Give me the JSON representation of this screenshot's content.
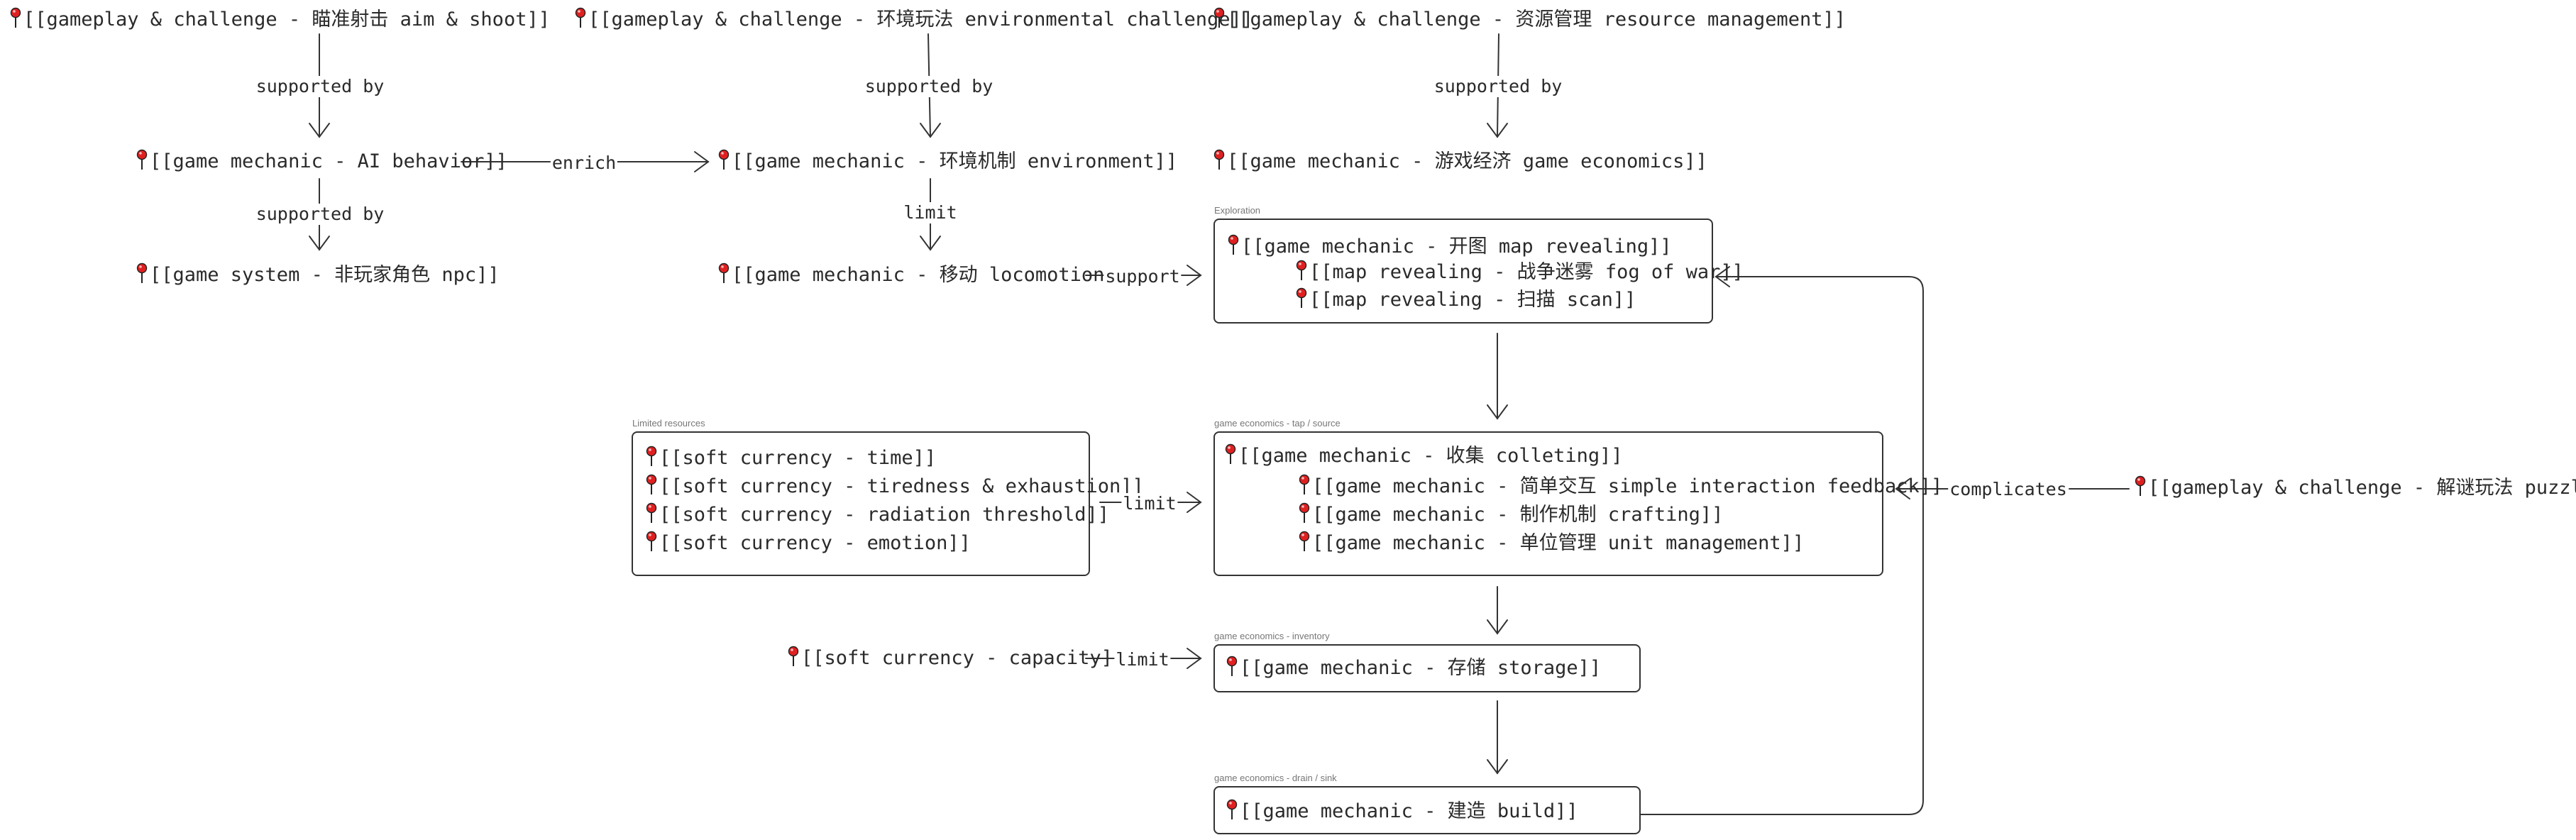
{
  "diagram": {
    "nodes": {
      "aim_shoot": "[[gameplay & challenge - 瞄准射击 aim & shoot]]",
      "env_challenge": "[[gameplay & challenge - 环境玩法 environmental challenge]]",
      "resource_mgmt": "[[gameplay & challenge - 资源管理 resource management]]",
      "ai_behavior": "[[game mechanic - AI behavior]]",
      "environment": "[[game mechanic - 环境机制 environment]]",
      "game_economics": "[[game mechanic - 游戏经济 game economics]]",
      "npc": "[[game system - 非玩家角色 npc]]",
      "locomotion": "[[game mechanic - 移动 locomotion]]",
      "capacity": "[[soft currency - capacity]]",
      "puzzle": "[[gameplay & challenge - 解谜玩法 puzzle]]"
    },
    "groups": {
      "exploration": {
        "label": "Exploration",
        "lines": [
          "[[game mechanic - 开图 map revealing]]",
          "[[map revealing - 战争迷雾 fog of war]]",
          "[[map revealing - 扫描 scan]]"
        ]
      },
      "limited_resources": {
        "label": "Limited resources",
        "lines": [
          "[[soft currency - time]]",
          "[[soft currency - tiredness & exhaustion]]",
          "[[soft currency - radiation threshold]]",
          "[[soft currency - emotion]]"
        ]
      },
      "tap_source": {
        "label": "game economics - tap / source",
        "lines": [
          "[[game mechanic - 收集 colleting]]",
          "[[game mechanic - 简单交互 simple interaction feedback]]",
          "[[game mechanic - 制作机制 crafting]]",
          "[[game mechanic - 单位管理 unit management]]"
        ]
      },
      "inventory": {
        "label": "game economics - inventory",
        "lines": [
          "[[game mechanic - 存储 storage]]"
        ]
      },
      "drain_sink": {
        "label": "game economics - drain / sink",
        "lines": [
          "[[game mechanic - 建造 build]]"
        ]
      }
    },
    "edge_labels": {
      "aim_to_ai": "supported by",
      "env_to_environment": "supported by",
      "resource_to_economics": "supported by",
      "ai_to_npc": "supported by",
      "ai_to_environment": "enrich",
      "environment_to_locomotion": "limit",
      "locomotion_to_exploration": "support",
      "limited_to_tap": "limit",
      "capacity_to_inventory": "limit",
      "puzzle_to_tap": "complicates"
    },
    "colors": {
      "line": "#333333",
      "pin": "#e02020",
      "group_label": "#777777"
    },
    "icons": {
      "node_marker": "red-pushpin-icon"
    }
  }
}
